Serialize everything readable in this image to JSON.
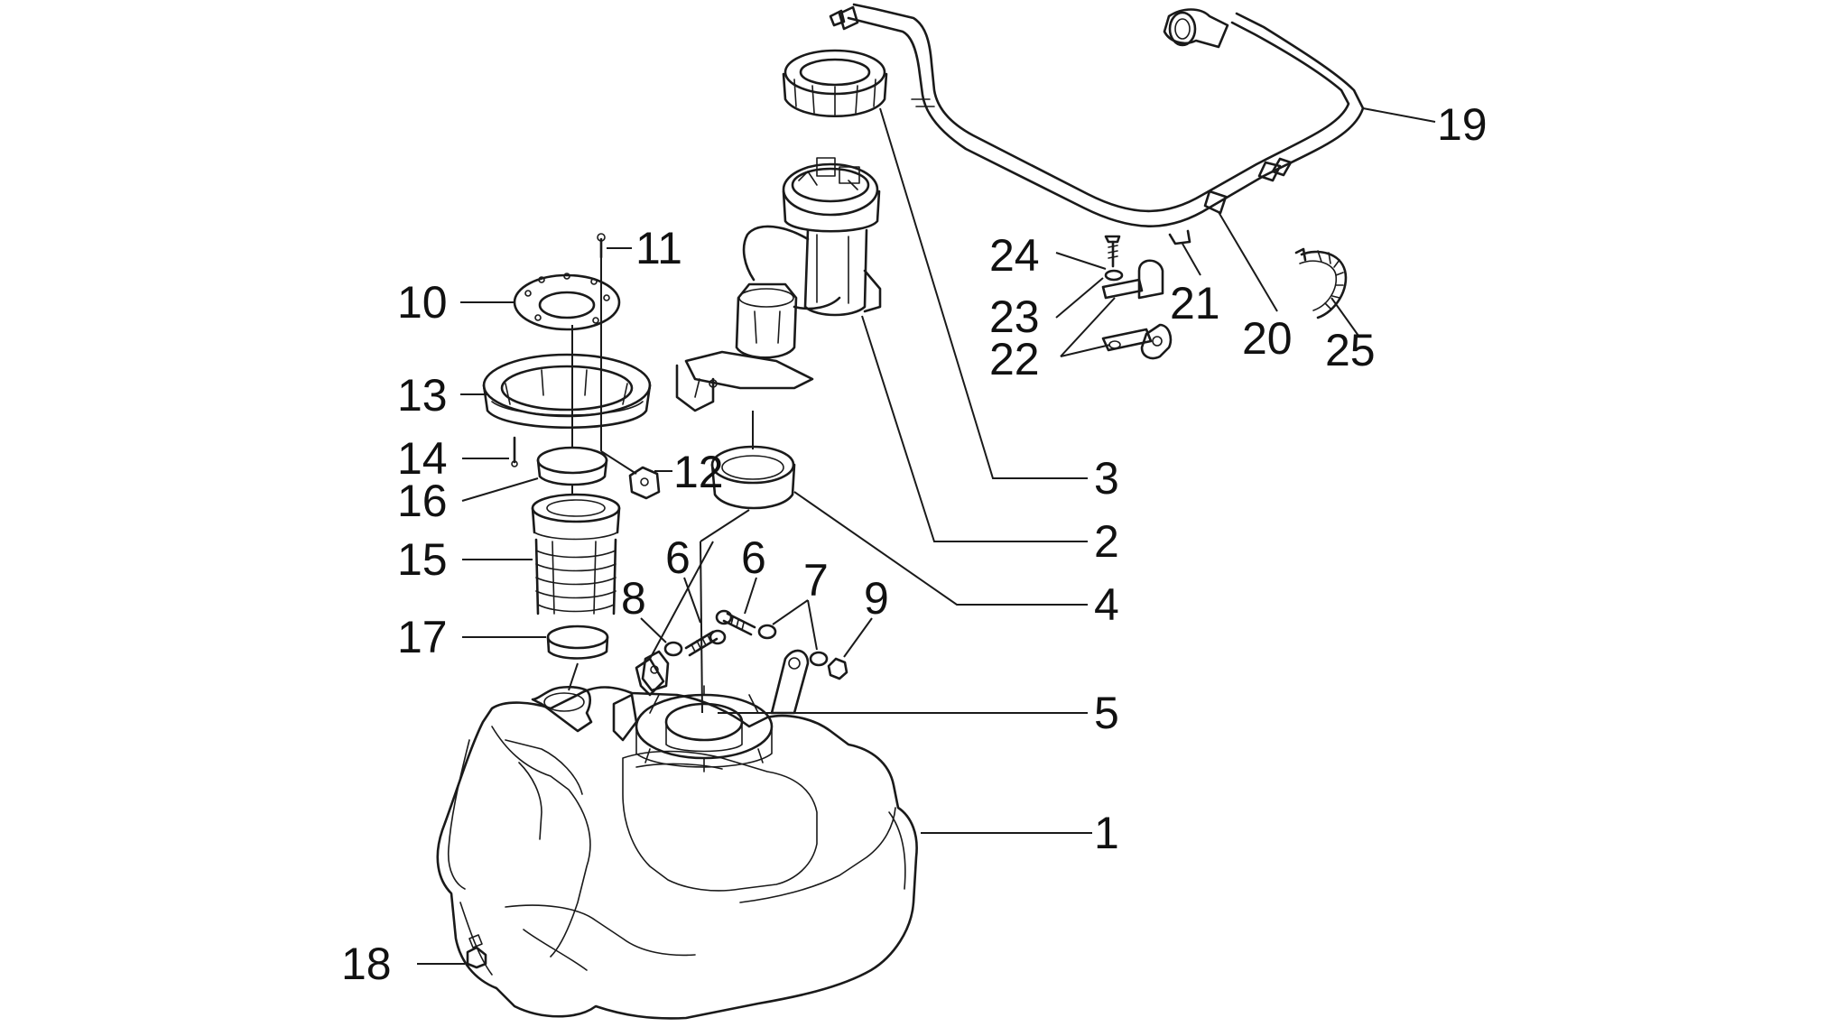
{
  "callouts": [
    {
      "id": "c1",
      "text": "1"
    },
    {
      "id": "c2",
      "text": "2"
    },
    {
      "id": "c3",
      "text": "3"
    },
    {
      "id": "c4",
      "text": "4"
    },
    {
      "id": "c5",
      "text": "5"
    },
    {
      "id": "c6a",
      "text": "6"
    },
    {
      "id": "c6b",
      "text": "6"
    },
    {
      "id": "c7",
      "text": "7"
    },
    {
      "id": "c8",
      "text": "8"
    },
    {
      "id": "c9",
      "text": "9"
    },
    {
      "id": "c10",
      "text": "10"
    },
    {
      "id": "c11",
      "text": "11"
    },
    {
      "id": "c12",
      "text": "12"
    },
    {
      "id": "c13",
      "text": "13"
    },
    {
      "id": "c14",
      "text": "14"
    },
    {
      "id": "c15",
      "text": "15"
    },
    {
      "id": "c16",
      "text": "16"
    },
    {
      "id": "c17",
      "text": "17"
    },
    {
      "id": "c18",
      "text": "18"
    },
    {
      "id": "c19",
      "text": "19"
    },
    {
      "id": "c20",
      "text": "20"
    },
    {
      "id": "c21",
      "text": "21"
    },
    {
      "id": "c22",
      "text": "22"
    },
    {
      "id": "c23",
      "text": "23"
    },
    {
      "id": "c24",
      "text": "24"
    },
    {
      "id": "c25",
      "text": "25"
    }
  ]
}
